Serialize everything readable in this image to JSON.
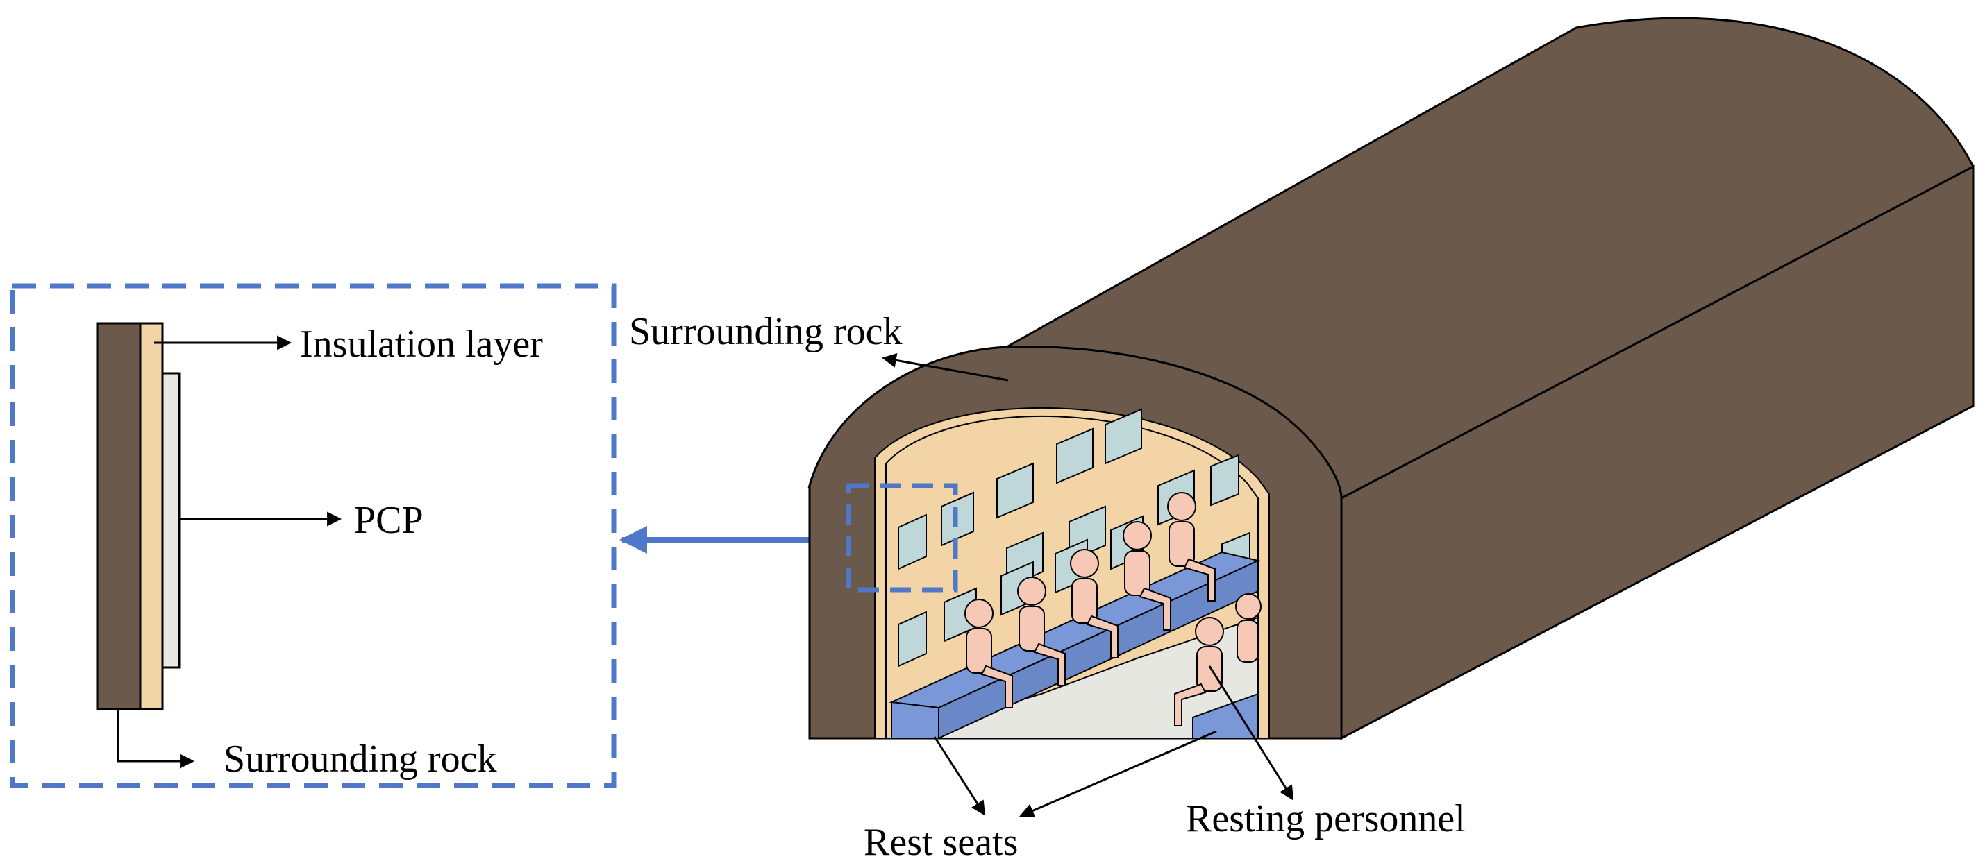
{
  "labels": {
    "insulation_layer": "Insulation layer",
    "pcp": "PCP",
    "surrounding_rock_detail": "Surrounding rock",
    "surrounding_rock_tunnel": "Surrounding rock",
    "rest_seats": "Rest seats",
    "resting_personnel": "Resting personnel"
  },
  "colors": {
    "rock": "#6b5a4b",
    "rock_dark": "#5f4f41",
    "insulation": "#f2d4a6",
    "pcp_panel": "#e8e8e4",
    "pcp_panel_3d": "#bfd7d9",
    "seat": "#7a98d8",
    "person": "#f6c8b6",
    "floor": "#e7e7e2",
    "detail_frame": "#4f78c8",
    "pointer_arrow": "#4f78c8"
  },
  "icons": {
    "detail_frame": "dashed-rectangle",
    "pointer": "arrow-left"
  }
}
